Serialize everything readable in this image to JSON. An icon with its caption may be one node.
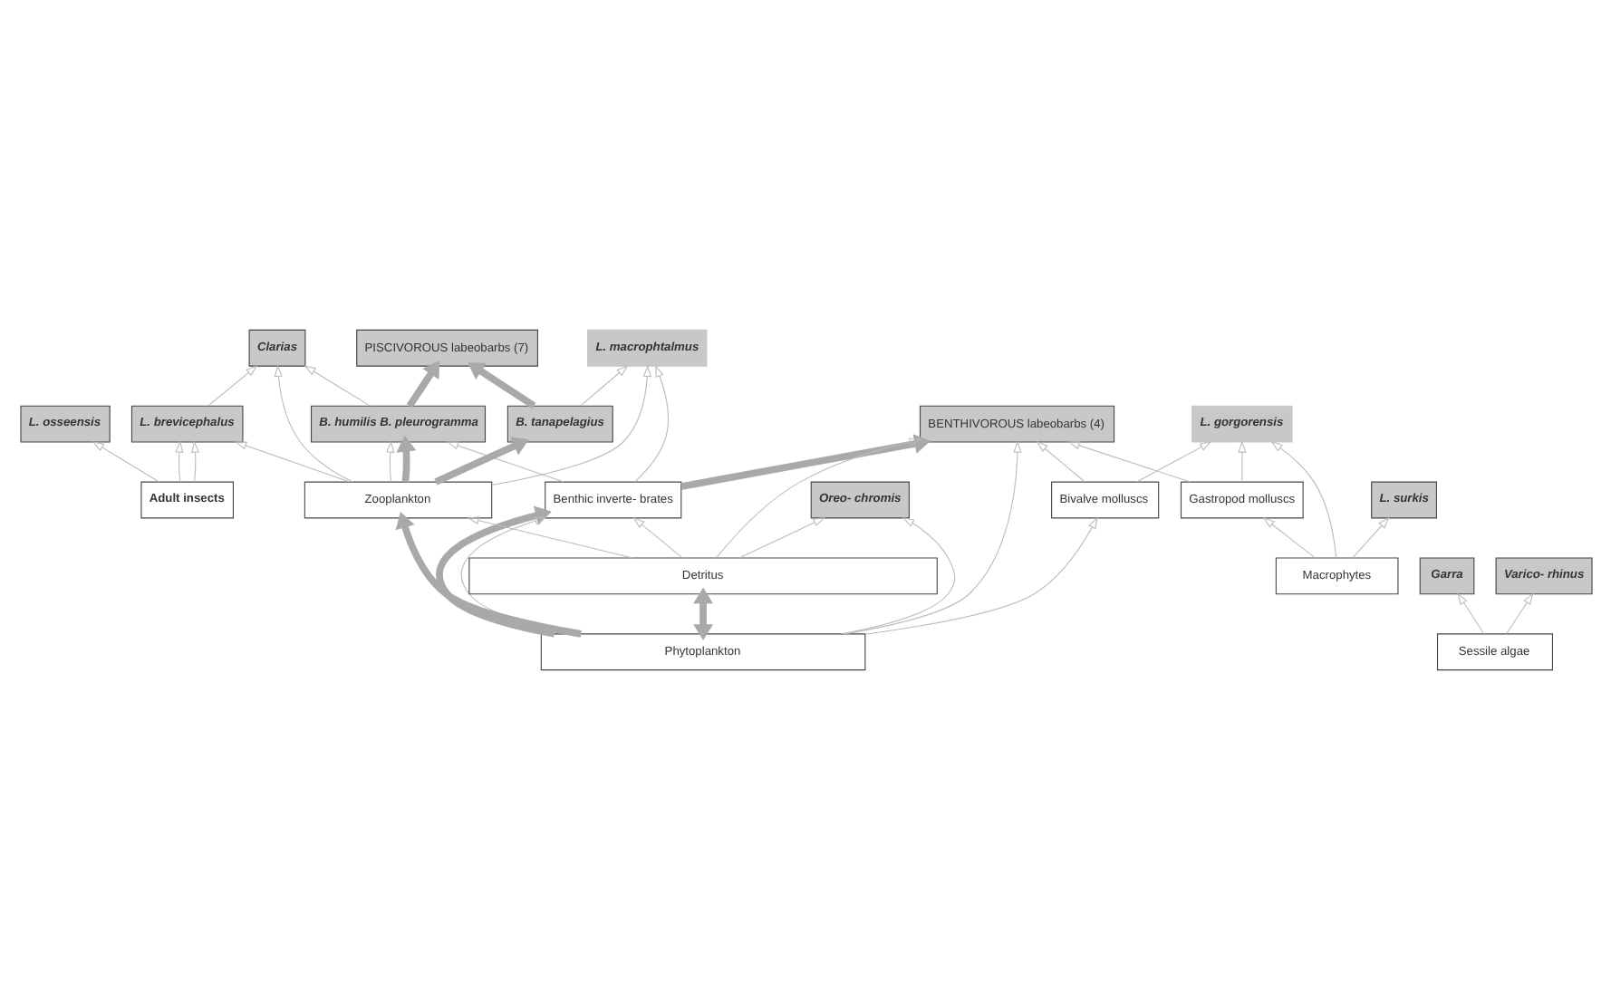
{
  "diagram": {
    "nodes": [
      {
        "text": [
          "Clarias"
        ]
      },
      {
        "text": [
          "PISCIVOROUS labeobarbs (7)"
        ]
      },
      {
        "text": [
          "L. macrophtalmus"
        ]
      },
      {
        "text": [
          "BENTHIVOROUS labeobarbs (4)"
        ]
      },
      {
        "text": [
          "L. osseensis"
        ]
      },
      {
        "text": [
          "L. brevicephalus"
        ]
      },
      {
        "text": [
          "B. humilis B. pleurogramma"
        ]
      },
      {
        "text": [
          "B. tanapelagius"
        ]
      },
      {
        "text": [
          "L. gorgorensis"
        ]
      },
      {
        "text": [
          "Adult insects"
        ]
      },
      {
        "text": [
          "Benthic inverte- brates"
        ]
      },
      {
        "text": [
          "Garra"
        ]
      },
      {
        "text": [
          "Varico- rhinus"
        ]
      },
      {
        "text": [
          "Oreo- chromis"
        ]
      },
      {
        "text": [
          "Zooplankton"
        ]
      },
      {
        "text": [
          "Bivalve molluscs"
        ]
      },
      {
        "text": [
          "Gastropod molluscs"
        ]
      },
      {
        "text": [
          "L. surkis"
        ]
      },
      {
        "text": [
          "Sessile algae"
        ]
      },
      {
        "text": [
          "Phytoplankton"
        ]
      },
      {
        "text": [
          "Macrophytes"
        ]
      },
      {
        "text": [
          "Detritus"
        ]
      }
    ],
    "edges": [
      {
        "from": 9,
        "to": 4,
        "arrow": "to"
      },
      {
        "from": 9,
        "to": 5,
        "arrow": "to"
      },
      {
        "from": 9,
        "to": 5,
        "arrow": "to"
      },
      {
        "from": 5,
        "to": 0,
        "arrow": "to"
      },
      {
        "from": 14,
        "to": 5,
        "arrow": "to"
      },
      {
        "from": 14,
        "to": 0,
        "arrow": "to"
      },
      {
        "from": 6,
        "to": 0,
        "arrow": "to"
      },
      {
        "from": 6,
        "to": 1,
        "arrow": "to",
        "style": "thick",
        "color": "#a9a9a9"
      },
      {
        "from": 7,
        "to": 1,
        "arrow": "to",
        "style": "thick",
        "color": "#a9a9a9"
      },
      {
        "from": 7,
        "to": 2,
        "arrow": "to"
      },
      {
        "from": 14,
        "to": 6,
        "arrow": "to"
      },
      {
        "from": 14,
        "to": 6,
        "arrow": "to",
        "style": "thick",
        "color": "#a9a9a9"
      },
      {
        "from": 14,
        "to": 7,
        "arrow": "to",
        "style": "thick",
        "color": "#a9a9a9"
      },
      {
        "from": 14,
        "to": 2,
        "arrow": "to"
      },
      {
        "from": 10,
        "to": 6,
        "arrow": "to"
      },
      {
        "from": 10,
        "to": 3,
        "arrow": "to",
        "style": "thick",
        "color": "#a9a9a9"
      },
      {
        "from": 10,
        "to": 2,
        "arrow": "to"
      },
      {
        "from": 15,
        "to": 3,
        "arrow": "to"
      },
      {
        "from": 15,
        "to": 8,
        "arrow": "to"
      },
      {
        "from": 16,
        "to": 3,
        "arrow": "to"
      },
      {
        "from": 16,
        "to": 8,
        "arrow": "to"
      },
      {
        "from": 20,
        "to": 8,
        "arrow": "to"
      },
      {
        "from": 20,
        "to": 16,
        "arrow": "to"
      },
      {
        "from": 20,
        "to": 17,
        "arrow": "to"
      },
      {
        "from": 18,
        "to": 11,
        "arrow": "to"
      },
      {
        "from": 18,
        "to": 12,
        "arrow": "to"
      },
      {
        "from": 19,
        "to": 13,
        "arrow": "to"
      },
      {
        "from": 21,
        "to": 13,
        "arrow": "to"
      },
      {
        "from": 19,
        "to": 14,
        "arrow": "to",
        "style": "thick",
        "color": "#a9a9a9"
      },
      {
        "from": 21,
        "to": 14,
        "arrow": "to"
      },
      {
        "from": 19,
        "to": 10,
        "arrow": "to",
        "style": "thick",
        "color": "#a9a9a9"
      },
      {
        "from": 19,
        "to": 10,
        "arrow": "to"
      },
      {
        "from": 19,
        "to": 3,
        "arrow": "to"
      },
      {
        "from": 19,
        "to": 15,
        "arrow": "to"
      },
      {
        "from": 21,
        "to": 10,
        "arrow": "to"
      },
      {
        "from": 21,
        "to": 3,
        "arrow": "to"
      },
      {
        "from": 19,
        "to": 21,
        "arrow": "both",
        "style": "thick",
        "color": "#a9a9a9"
      }
    ]
  }
}
